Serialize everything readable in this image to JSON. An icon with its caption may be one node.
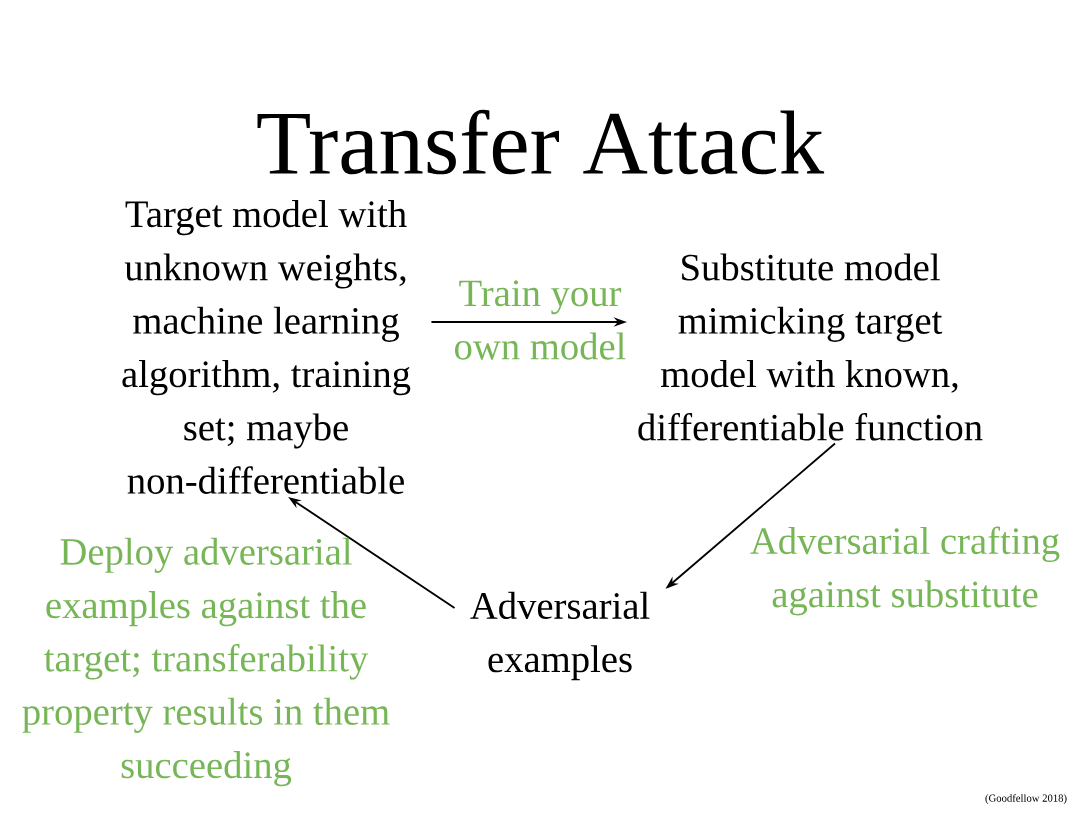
{
  "diagram": {
    "title": "Transfer Attack",
    "nodes": [
      {
        "text": [
          "Target model with unknown weights, machine learning algorithm, training set; maybe non-differentiable"
        ]
      },
      {
        "text": [
          "Substitute model mimicking target model with known, differentiable function"
        ]
      },
      {
        "text": [
          "Adversarial examples"
        ]
      }
    ],
    "edges": [
      {
        "from": 0,
        "to": 1,
        "arrow": "to",
        "label": "Train your own model"
      },
      {
        "from": 1,
        "to": 2,
        "arrow": "to",
        "label": "Adversarial crafting against substitute"
      },
      {
        "from": 2,
        "to": 0,
        "arrow": "to",
        "label": "Deploy adversarial examples against the target; transferability property results in them succeeding"
      }
    ],
    "labels": [
      "(Goodfellow 2018)"
    ]
  }
}
